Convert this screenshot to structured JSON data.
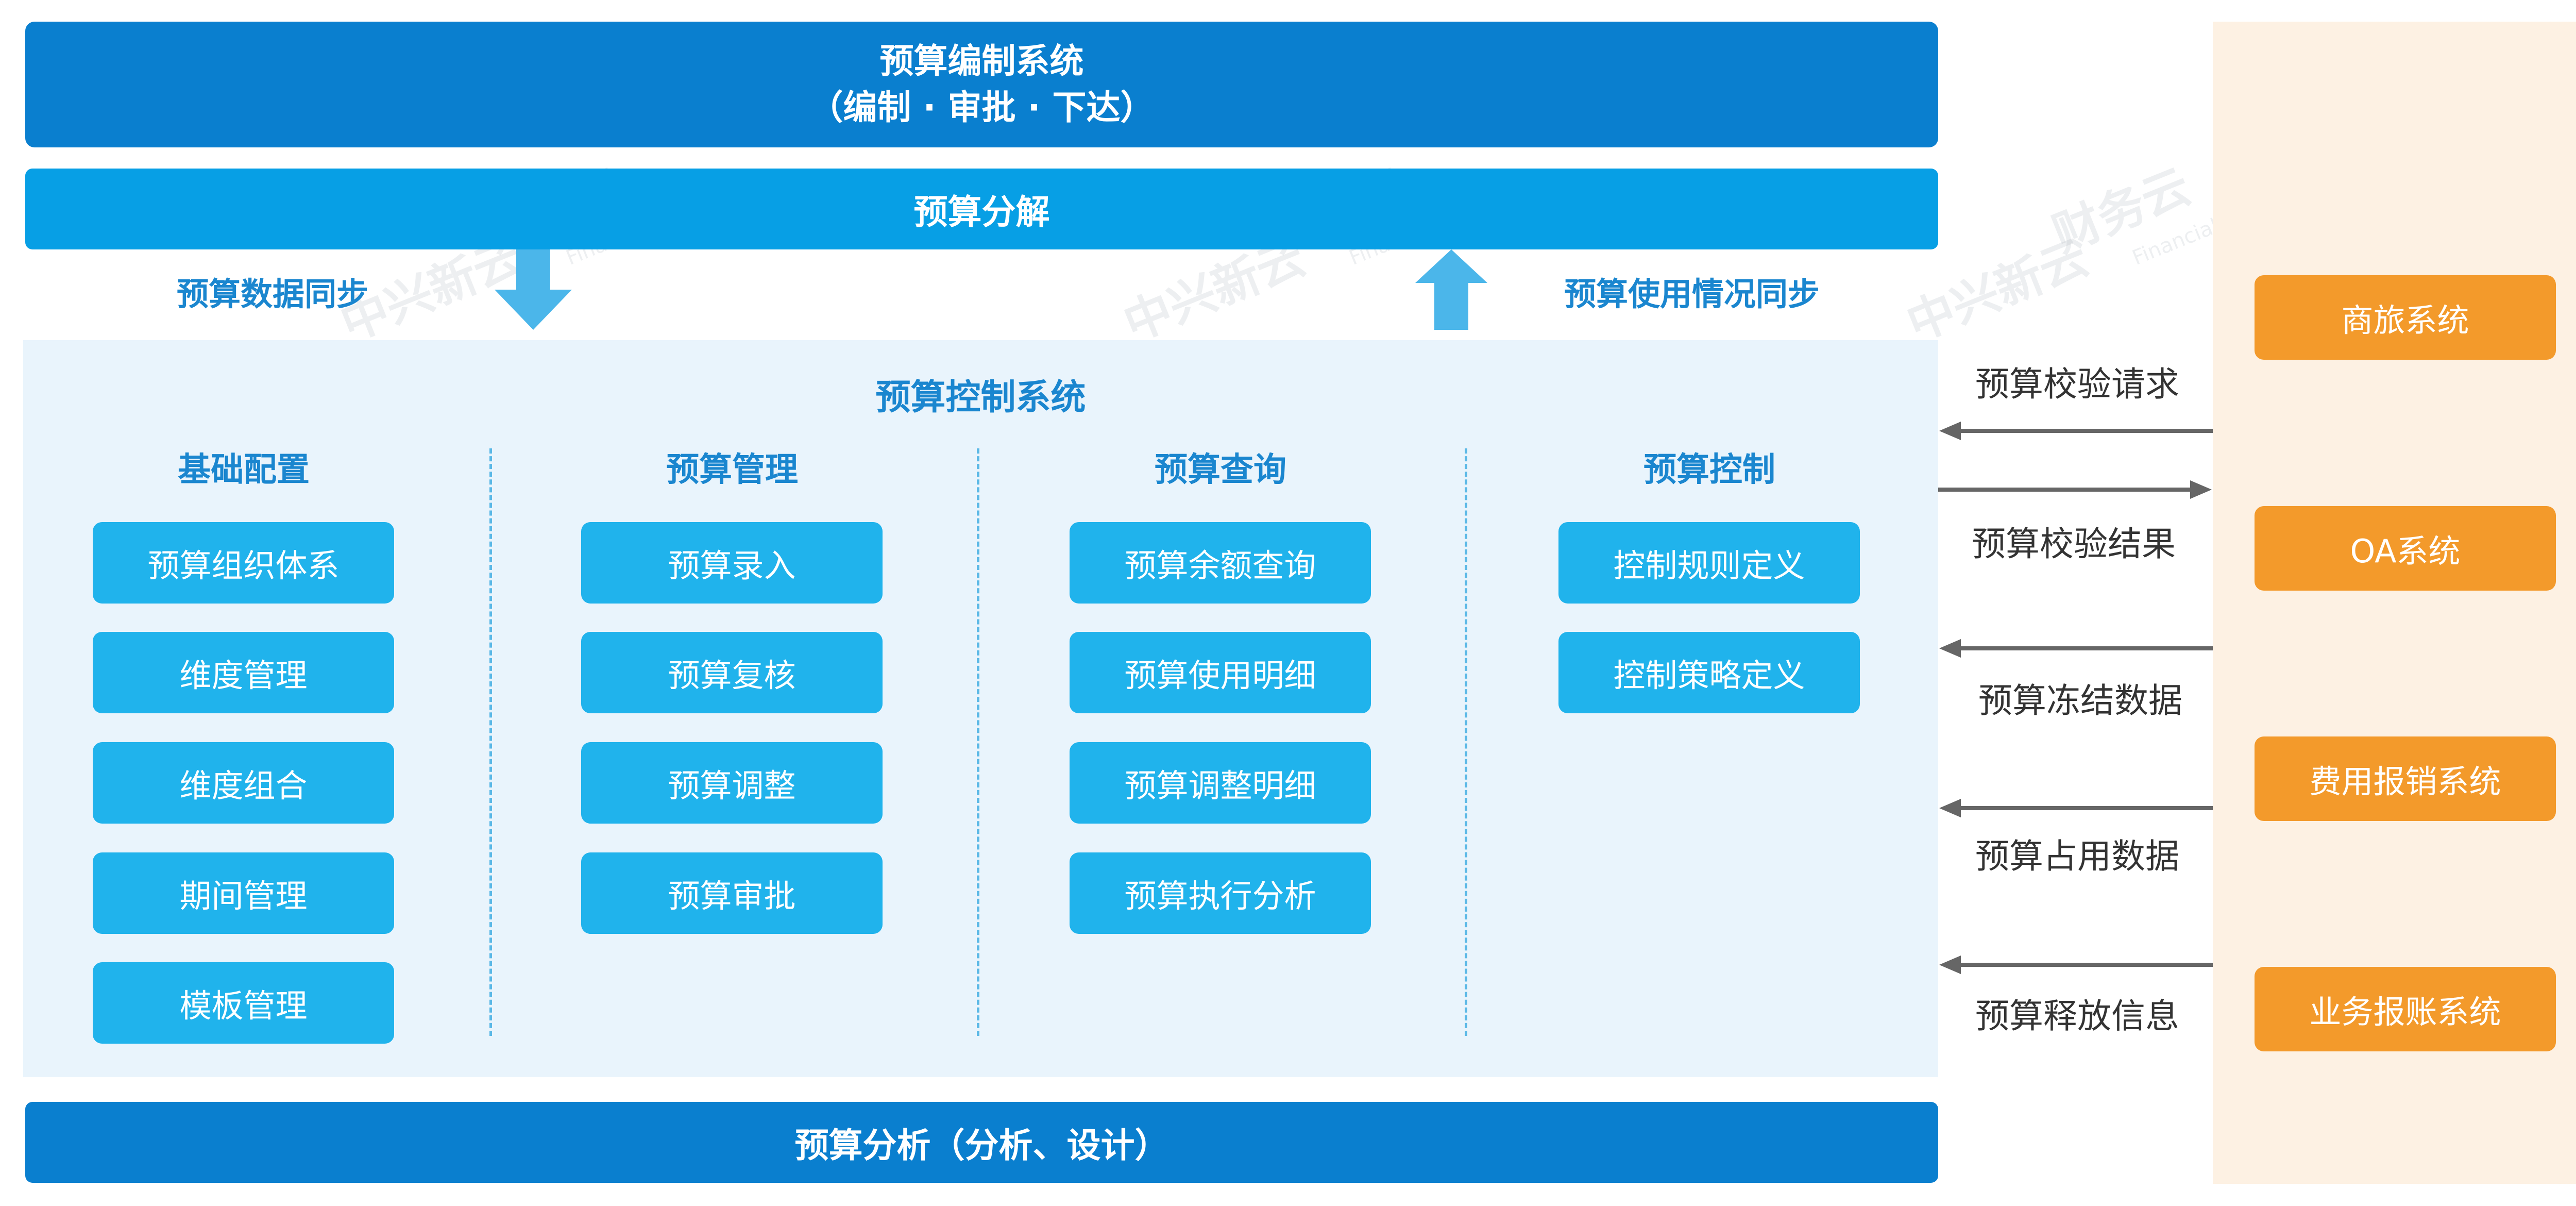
{
  "top_banner": {
    "title": "预算编制系统",
    "subtitle": "（编制 · 审批 · 下达）"
  },
  "decompose_bar": {
    "label": "预算分解"
  },
  "sync": {
    "down_label": "预算数据同步",
    "up_label": "预算使用情况同步"
  },
  "control": {
    "title": "预算控制系统",
    "columns": [
      {
        "header": "基础配置",
        "items": [
          "预算组织体系",
          "维度管理",
          "维度组合",
          "期间管理",
          "模板管理"
        ]
      },
      {
        "header": "预算管理",
        "items": [
          "预算录入",
          "预算复核",
          "预算调整",
          "预算审批"
        ]
      },
      {
        "header": "预算查询",
        "items": [
          "预算余额查询",
          "预算使用明细",
          "预算调整明细",
          "预算执行分析"
        ]
      },
      {
        "header": "预算控制",
        "items": [
          "控制规则定义",
          "控制策略定义"
        ]
      }
    ]
  },
  "analysis_bar": {
    "label": "预算分析（分析、设计）"
  },
  "external_systems": [
    "商旅系统",
    "OA系统",
    "费用报销系统",
    "业务报账系统"
  ],
  "flows": [
    {
      "label": "预算校验请求",
      "direction": "left"
    },
    {
      "label": "预算校验结果",
      "direction": "right"
    },
    {
      "label": "预算冻结数据",
      "direction": "left"
    },
    {
      "label": "预算占用数据",
      "direction": "left"
    },
    {
      "label": "预算释放信息",
      "direction": "left"
    }
  ],
  "watermark": {
    "brand_cn": "财务云",
    "brand_en": "Financial Cloud",
    "company": "中兴新云"
  },
  "colors": {
    "dark_blue": "#0a7fcf",
    "mid_blue": "#079fe5",
    "button_blue": "#20b3ec",
    "header_blue": "#1a86cf",
    "panel_bg": "#e9f4fc",
    "orange": "#f39a2b",
    "right_panel_bg": "#fdf1e3",
    "arrow_gray": "#666666"
  }
}
